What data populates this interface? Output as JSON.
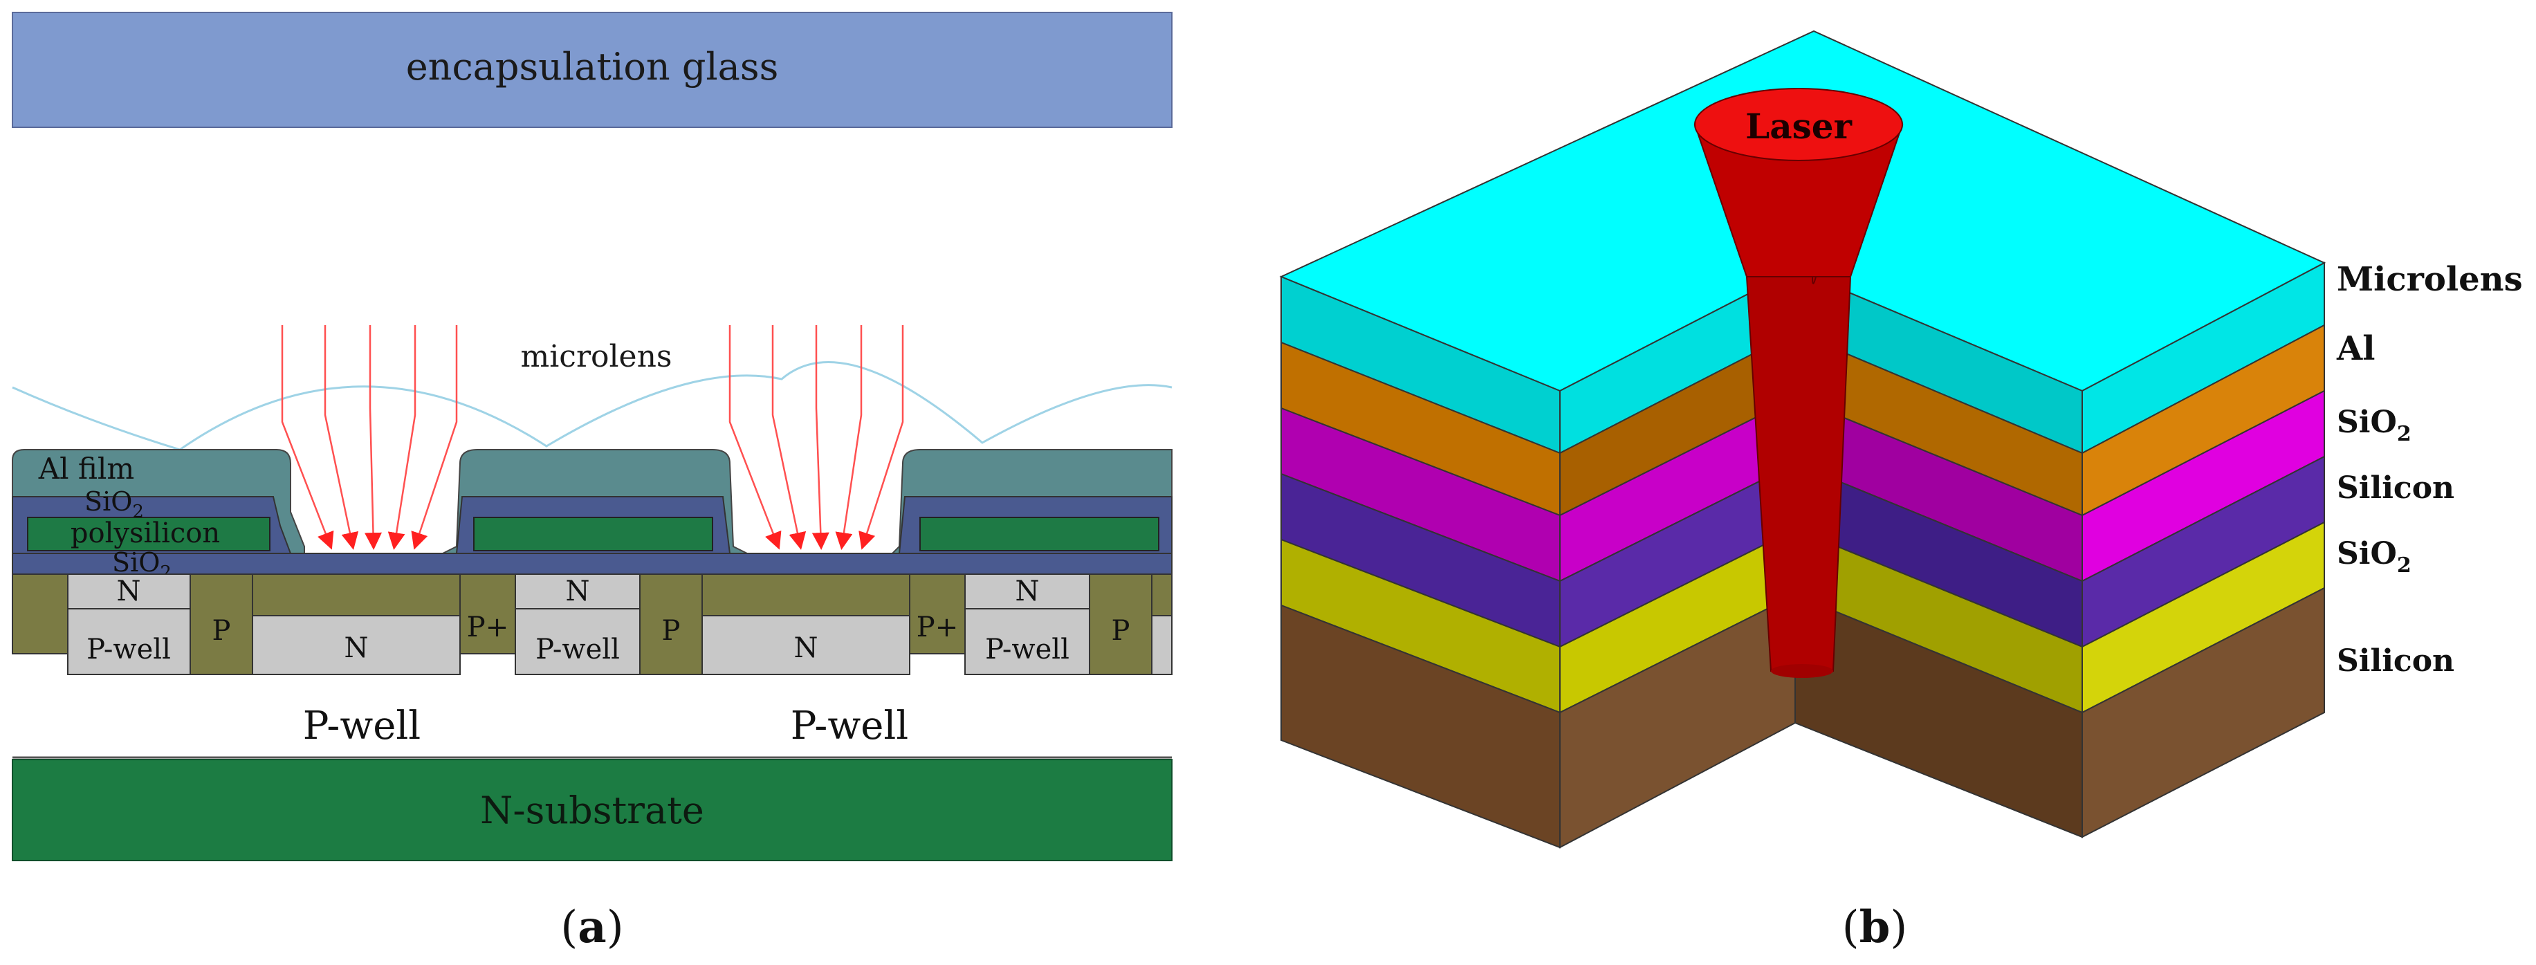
{
  "panel_a": {
    "label_open": "(",
    "label_letter": "a",
    "label_close": ")",
    "encapsulation": "encapsulation glass",
    "microlens": "microlens",
    "al_film": "Al film",
    "sio2_1_base": "SiO",
    "sio2_1_sub": "2",
    "polysilicon": "polysilicon",
    "sio2_2_base": "SiO",
    "sio2_2_sub": "2",
    "n_small": "N",
    "n_big": "N",
    "p": "P",
    "p_plus": "P+",
    "p_well": "P-well",
    "p_well_bottom_left": "P-well",
    "p_well_bottom_right": "P-well",
    "n_substrate": "N-substrate",
    "colors": {
      "glass": "#7f9acf",
      "substrate": "#1c7c43",
      "al_film": "#5a8b8e",
      "sio2": "#4a5a90",
      "polysilicon": "#1e7a45",
      "olive": "#7b7b44",
      "grey": "#c8c8c8",
      "microlens": "#a8d8e8",
      "ray": "#ff4040"
    }
  },
  "panel_b": {
    "label_open": "(",
    "label_letter": "b",
    "label_close": ")",
    "laser": "Laser",
    "layers": [
      {
        "name": "Microlens",
        "color": "#00ffff"
      },
      {
        "name": "Al",
        "color": "#d9830a"
      },
      {
        "name": "SiO",
        "sub": "2",
        "color": "#e000e0"
      },
      {
        "name": "Silicon",
        "color": "#5a2aa8"
      },
      {
        "name": "SiO",
        "sub": "2",
        "color": "#d4d40a"
      },
      {
        "name": "Silicon",
        "color": "#7a5230"
      }
    ],
    "laser_color": "#cc0000"
  }
}
